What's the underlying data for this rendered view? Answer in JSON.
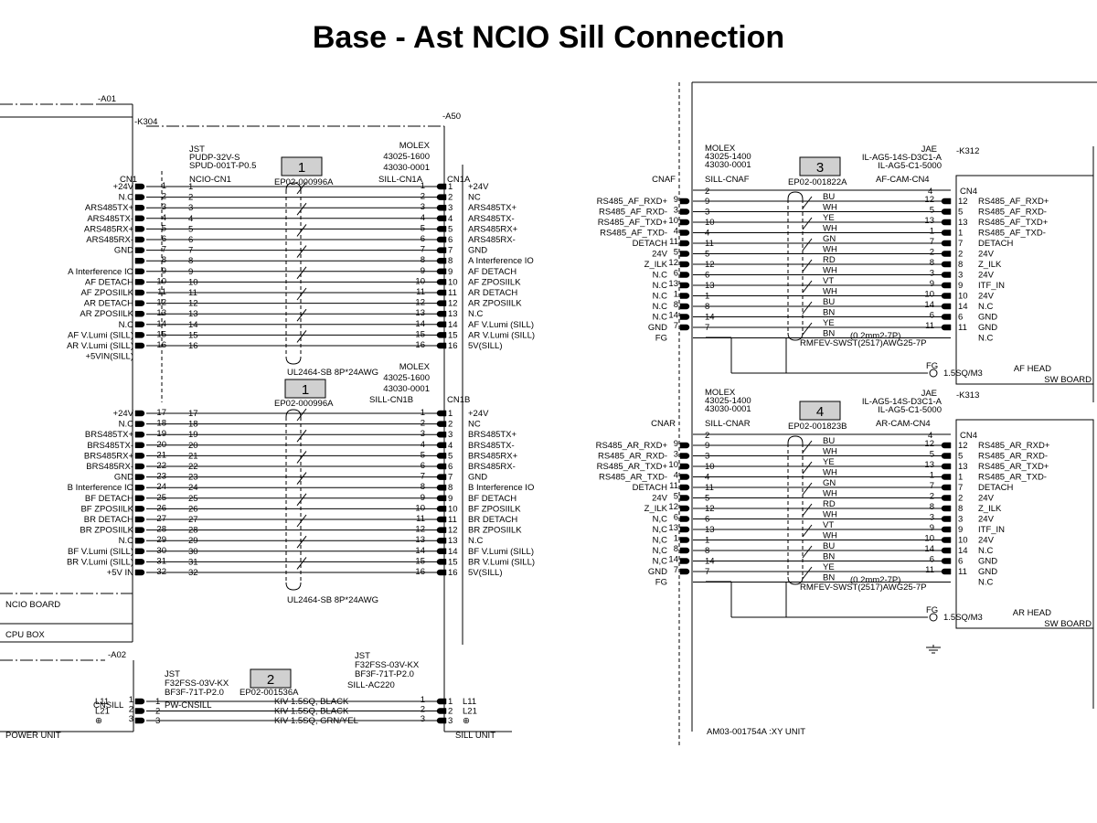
{
  "title": "Base - Ast NCIO Sill Connection",
  "colors": {
    "line": "#000000",
    "cable_box_fill": "#d0d0d0"
  },
  "left": {
    "a01": "-A01",
    "k304": "-K304",
    "ncio_board": "NCIO BOARD",
    "cpu_box": "CPU BOX",
    "a02": "-A02",
    "power_unit": "POWER UNIT",
    "a50": "-A50",
    "sill_unit": "SILL UNIT",
    "cn1": {
      "connector": "CN1",
      "src_mfr": [
        "JST",
        "PUDP-32V-S",
        "SPUD-001T-P0.5"
      ],
      "src_name": "NCIO-CN1",
      "cable_no": "1",
      "cable_part": "EP02-000996A",
      "dst_mfr": [
        "MOLEX",
        "43025-1600",
        "43030-0001"
      ],
      "dst_name": "SILL-CN1A",
      "dst_connector": "CN1A",
      "cable_spec": "UL2464-SB 8P*24AWG",
      "pins": [
        {
          "left": "+24V",
          "lp": "1",
          "rp": "1",
          "right": "+24V"
        },
        {
          "left": "N.C",
          "lp": "2",
          "rp": "2",
          "right": "NC"
        },
        {
          "left": "ARS485TX+",
          "lp": "3",
          "rp": "3",
          "right": "ARS485TX+"
        },
        {
          "left": "ARS485TX-",
          "lp": "4",
          "rp": "4",
          "right": "ARS485TX-"
        },
        {
          "left": "ARS485RX+",
          "lp": "5",
          "rp": "5",
          "right": "ARS485RX+"
        },
        {
          "left": "ARS485RX-",
          "lp": "6",
          "rp": "6",
          "right": "ARS485RX-"
        },
        {
          "left": "GND",
          "lp": "7",
          "rp": "7",
          "right": "GND"
        },
        {
          "left": "",
          "lp": "8",
          "rp": "8",
          "right": "A Interference IO"
        },
        {
          "left": "A Interference IO",
          "lp": "9",
          "rp": "9",
          "right": "AF DETACH"
        },
        {
          "left": "AF DETACH",
          "lp": "10",
          "rp": "10",
          "right": "AF ZPOSIILK"
        },
        {
          "left": "AF ZPOSIILK",
          "lp": "11",
          "rp": "11",
          "right": "AR DETACH"
        },
        {
          "left": "AR DETACH",
          "lp": "12",
          "rp": "12",
          "right": "AR ZPOSIILK"
        },
        {
          "left": "AR ZPOSIILK",
          "lp": "13",
          "rp": "13",
          "right": "N.C"
        },
        {
          "left": "N.C",
          "lp": "14",
          "rp": "14",
          "right": "AF V.Lumi (SILL)"
        },
        {
          "left": "AF V.Lumi (SILL)",
          "lp": "15",
          "rp": "15",
          "right": "AR V.Lumi (SILL)"
        },
        {
          "left": "AR V.Lumi (SILL)",
          "lp": "16",
          "rp": "16",
          "right": "5V(SILL)"
        }
      ],
      "extra_left": "+5VIN(SILL)"
    },
    "cn1b": {
      "cable_no": "1",
      "cable_part": "EP02-000996A",
      "dst_mfr": [
        "MOLEX",
        "43025-1600",
        "43030-0001"
      ],
      "dst_name": "SILL-CN1B",
      "dst_connector": "CN1B",
      "cable_spec": "UL2464-SB 8P*24AWG",
      "pins": [
        {
          "left": "+24V",
          "lp": "17",
          "rp": "1",
          "right": "+24V"
        },
        {
          "left": "N.C",
          "lp": "18",
          "rp": "2",
          "right": "NC"
        },
        {
          "left": "BRS485TX+",
          "lp": "19",
          "rp": "3",
          "right": "BRS485TX+"
        },
        {
          "left": "BRS485TX-",
          "lp": "20",
          "rp": "4",
          "right": "BRS485TX-"
        },
        {
          "left": "BRS485RX+",
          "lp": "21",
          "rp": "5",
          "right": "BRS485RX+"
        },
        {
          "left": "BRS485RX-",
          "lp": "22",
          "rp": "6",
          "right": "BRS485RX-"
        },
        {
          "left": "GND",
          "lp": "23",
          "rp": "7",
          "right": "GND"
        },
        {
          "left": "B Interference IO",
          "lp": "24",
          "rp": "8",
          "right": "B Interference IO"
        },
        {
          "left": "BF DETACH",
          "lp": "25",
          "rp": "9",
          "right": "BF DETACH"
        },
        {
          "left": "BF ZPOSIILK",
          "lp": "26",
          "rp": "10",
          "right": "BF ZPOSIILK"
        },
        {
          "left": "BR DETACH",
          "lp": "27",
          "rp": "11",
          "right": "BR DETACH"
        },
        {
          "left": "BR ZPOSIILK",
          "lp": "28",
          "rp": "12",
          "right": "BR ZPOSIILK"
        },
        {
          "left": "N.C",
          "lp": "29",
          "rp": "13",
          "right": "N.C"
        },
        {
          "left": "BF V.Lumi (SILL)",
          "lp": "30",
          "rp": "14",
          "right": "BF V.Lumi (SILL)"
        },
        {
          "left": "BR V.Lumi (SILL)",
          "lp": "31",
          "rp": "15",
          "right": "BR V.Lumi (SILL)"
        },
        {
          "left": "+5V IN",
          "lp": "32",
          "rp": "16",
          "right": "5V(SILL)"
        }
      ]
    },
    "power": {
      "connector": "CNSILL",
      "src_mfr": [
        "JST",
        "F32FSS-03V-KX",
        "BF3F-71T-P2.0"
      ],
      "src_name": "PW-CNSILL",
      "cable_no": "2",
      "cable_part": "EP02-001536A",
      "dst_mfr": [
        "JST",
        "F32FSS-03V-KX",
        "BF3F-71T-P2.0"
      ],
      "dst_name": "SILL-AC220",
      "pins": [
        {
          "left": "L11",
          "lp": "1",
          "rp": "1",
          "right": "L11",
          "wire": "KIV 1.5SQ, BLACK"
        },
        {
          "left": "L21",
          "lp": "2",
          "rp": "2",
          "right": "L21",
          "wire": "KIV 1.5SQ, BLACK"
        },
        {
          "left": "⊕",
          "lp": "3",
          "rp": "3",
          "right": "⊕",
          "wire": "KIV 1.5SQ, GRN/YEL"
        }
      ]
    }
  },
  "right": {
    "xy_unit": "AM03-001754A :XY UNIT",
    "af": {
      "src_connector": "CNAF",
      "src_mfr": [
        "MOLEX",
        "43025-1400",
        "43030-0001"
      ],
      "src_name": "SILL-CNAF",
      "cable_no": "3",
      "cable_part": "EP02-001822A",
      "dst_mfr": [
        "JAE",
        "IL-AG5-14S-D3C1-A",
        "IL-AG5-C1-5000"
      ],
      "dst_name": "AF-CAM-CN4",
      "dst_ref": "-K312",
      "dst_connector": "CN4",
      "head": [
        "AF HEAD",
        "SW BOARD"
      ],
      "cable_spec": "RMFEV-SWST(2517)AWG25-7P",
      "wire_size": "(0.2mm2-7P)",
      "fg": "FG",
      "fg_spec": "1.5SQ/M3",
      "pins": [
        {
          "left": "RS485_AF_RXD+",
          "lp": "9",
          "color": "BU",
          "rp": "12",
          "right": "RS485_AF_RXD+"
        },
        {
          "left": "RS485_AF_RXD-",
          "lp": "3",
          "color": "WH",
          "rp": "5",
          "right": "RS485_AF_RXD-"
        },
        {
          "left": "RS485_AF_TXD+",
          "lp": "10",
          "color": "YE",
          "rp": "13",
          "right": "RS485_AF_TXD+"
        },
        {
          "left": "RS485_AF_TXD-",
          "lp": "4",
          "color": "WH",
          "rp": "1",
          "right": "RS485_AF_TXD-"
        },
        {
          "left": "DETACH",
          "lp": "11",
          "color": "GN",
          "rp": "7",
          "right": "DETACH"
        },
        {
          "left": "24V",
          "lp": "5",
          "color": "WH",
          "rp": "2",
          "right": "24V"
        },
        {
          "left": "Z_ILK",
          "lp": "12",
          "color": "RD",
          "rp": "8",
          "right": "Z_ILK"
        },
        {
          "left": "N.C",
          "lp": "6",
          "color": "WH",
          "rp": "3",
          "right": "24V"
        },
        {
          "left": "N.C",
          "lp": "13",
          "color": "VT",
          "rp": "9",
          "right": "ITF_IN"
        },
        {
          "left": "N.C",
          "lp": "1",
          "color": "WH",
          "rp": "10",
          "right": "24V"
        },
        {
          "left": "N.C",
          "lp": "8",
          "color": "BU",
          "rp": "14",
          "right": "N.C"
        },
        {
          "left": "N.C",
          "lp": "14",
          "color": "BN",
          "rp": "6",
          "right": "GND"
        },
        {
          "left": "GND",
          "lp": "7",
          "color": "YE",
          "rp": "11",
          "right": "GND"
        },
        {
          "left": "FG",
          "lp": "",
          "color": "BN",
          "rp": "",
          "right": "N.C"
        }
      ],
      "top_pin_left": "2",
      "top_pin_right": "4"
    },
    "ar": {
      "src_connector": "CNAR",
      "src_mfr": [
        "MOLEX",
        "43025-1400",
        "43030-0001"
      ],
      "src_name": "SILL-CNAR",
      "cable_no": "4",
      "cable_part": "EP02-001823B",
      "dst_mfr": [
        "JAE",
        "IL-AG5-14S-D3C1-A",
        "IL-AG5-C1-5000"
      ],
      "dst_name": "AR-CAM-CN4",
      "dst_ref": "-K313",
      "dst_connector": "CN4",
      "head": [
        "AR HEAD",
        "SW BOARD"
      ],
      "cable_spec": "RMFEV-SWST(2517)AWG25-7P",
      "wire_size": "(0.2mm2-7P)",
      "fg": "FG",
      "fg_spec": "1.5SQ/M3",
      "pins": [
        {
          "left": "RS485_AR_RXD+",
          "lp": "9",
          "color": "BU",
          "rp": "12",
          "right": "RS485_AR_RXD+"
        },
        {
          "left": "RS485_AR_RXD-",
          "lp": "3",
          "color": "WH",
          "rp": "5",
          "right": "RS485_AR_RXD-"
        },
        {
          "left": "RS485_AR_TXD+",
          "lp": "10",
          "color": "YE",
          "rp": "13",
          "right": "RS485_AR_TXD+"
        },
        {
          "left": "RS485_AR_TXD-",
          "lp": "4",
          "color": "WH",
          "rp": "1",
          "right": "RS485_AR_TXD-"
        },
        {
          "left": "DETACH",
          "lp": "11",
          "color": "GN",
          "rp": "7",
          "right": "DETACH"
        },
        {
          "left": "24V",
          "lp": "5",
          "color": "WH",
          "rp": "2",
          "right": "24V"
        },
        {
          "left": "Z_ILK",
          "lp": "12",
          "color": "RD",
          "rp": "8",
          "right": "Z_ILK"
        },
        {
          "left": "N,C",
          "lp": "6",
          "color": "WH",
          "rp": "3",
          "right": "24V"
        },
        {
          "left": "N,C",
          "lp": "13",
          "color": "VT",
          "rp": "9",
          "right": "ITF_IN"
        },
        {
          "left": "N,C",
          "lp": "1",
          "color": "WH",
          "rp": "10",
          "right": "24V"
        },
        {
          "left": "N,C",
          "lp": "8",
          "color": "BU",
          "rp": "14",
          "right": "N.C"
        },
        {
          "left": "N,C",
          "lp": "14",
          "color": "BN",
          "rp": "6",
          "right": "GND"
        },
        {
          "left": "GND",
          "lp": "7",
          "color": "YE",
          "rp": "11",
          "right": "GND"
        },
        {
          "left": "FG",
          "lp": "",
          "color": "BN",
          "rp": "",
          "right": "N.C"
        }
      ],
      "top_pin_left": "2",
      "top_pin_right": "4"
    }
  }
}
